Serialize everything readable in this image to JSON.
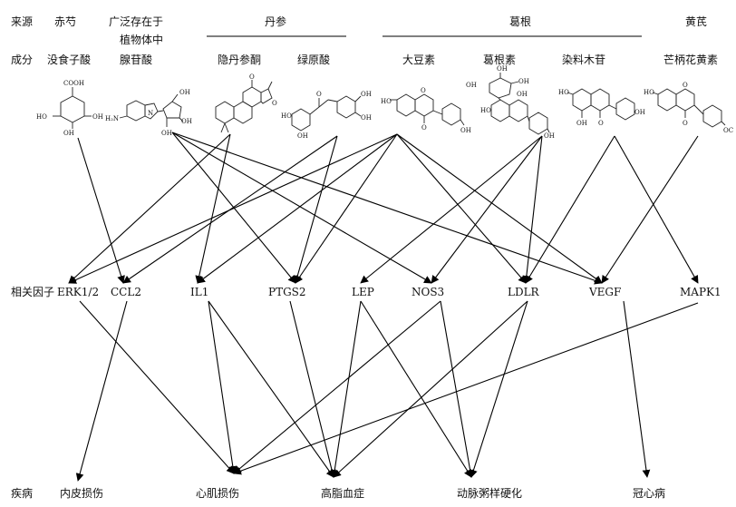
{
  "rows": {
    "source": "来源",
    "component": "成分",
    "factor": "相关因子",
    "disease": "疾病"
  },
  "sources": {
    "chishao": "赤芍",
    "widespread_1": "广泛存在于",
    "widespread_2": "植物体中",
    "danshen": "丹参",
    "gegen": "葛根",
    "huangqi": "黄芪"
  },
  "compounds": {
    "gallic_acid": "没食子酸",
    "adenosine": "腺苷酸",
    "cryptotanshinone": "隐丹参酮",
    "chlorogenic_acid": "绿原酸",
    "daidzein": "大豆素",
    "puerarin": "葛根素",
    "genistin": "染料木苷",
    "formononetin": "芒柄花黄素"
  },
  "factors": {
    "erk": "ERK1/2",
    "ccl2": "CCL2",
    "il1": "IL1",
    "ptgs2": "PTGS2",
    "lep": "LEP",
    "nos3": "NOS3",
    "ldlr": "LDLR",
    "vegf": "VEGF",
    "mapk1": "MAPK1"
  },
  "diseases": {
    "endothelial": "内皮损伤",
    "myocardial": "心肌损伤",
    "hyperlipidemia": "高脂血症",
    "atherosclerosis": "动脉粥样硬化",
    "chd": "冠心病"
  },
  "atoms": {
    "cooh": "COOH",
    "ho": "HO",
    "oh": "OH",
    "o": "O",
    "nh2": "H₂N",
    "n": "N",
    "oc": "OC"
  },
  "edges_compound_factor": [
    [
      "gallic_acid",
      "ccl2"
    ],
    [
      "adenosine",
      "ptgs2"
    ],
    [
      "adenosine",
      "nos3"
    ],
    [
      "adenosine",
      "vegf"
    ],
    [
      "cryptotanshinone",
      "erk"
    ],
    [
      "cryptotanshinone",
      "il1"
    ],
    [
      "chlorogenic_acid",
      "ccl2"
    ],
    [
      "chlorogenic_acid",
      "ptgs2"
    ],
    [
      "daidzein",
      "erk"
    ],
    [
      "daidzein",
      "il1"
    ],
    [
      "daidzein",
      "ptgs2"
    ],
    [
      "daidzein",
      "ldlr"
    ],
    [
      "daidzein",
      "vegf"
    ],
    [
      "puerarin",
      "lep"
    ],
    [
      "puerarin",
      "nos3"
    ],
    [
      "puerarin",
      "ldlr"
    ],
    [
      "genistin",
      "ldlr"
    ],
    [
      "formononetin",
      "vegf"
    ],
    [
      "genistin",
      "mapk1"
    ]
  ],
  "edges_factor_disease": [
    [
      "erk",
      "myocardial"
    ],
    [
      "ccl2",
      "endothelial"
    ],
    [
      "il1",
      "myocardial"
    ],
    [
      "il1",
      "hyperlipidemia"
    ],
    [
      "ptgs2",
      "hyperlipidemia"
    ],
    [
      "lep",
      "hyperlipidemia"
    ],
    [
      "lep",
      "atherosclerosis"
    ],
    [
      "nos3",
      "myocardial"
    ],
    [
      "nos3",
      "atherosclerosis"
    ],
    [
      "ldlr",
      "hyperlipidemia"
    ],
    [
      "ldlr",
      "atherosclerosis"
    ],
    [
      "vegf",
      "chd"
    ],
    [
      "mapk1",
      "myocardial"
    ]
  ]
}
